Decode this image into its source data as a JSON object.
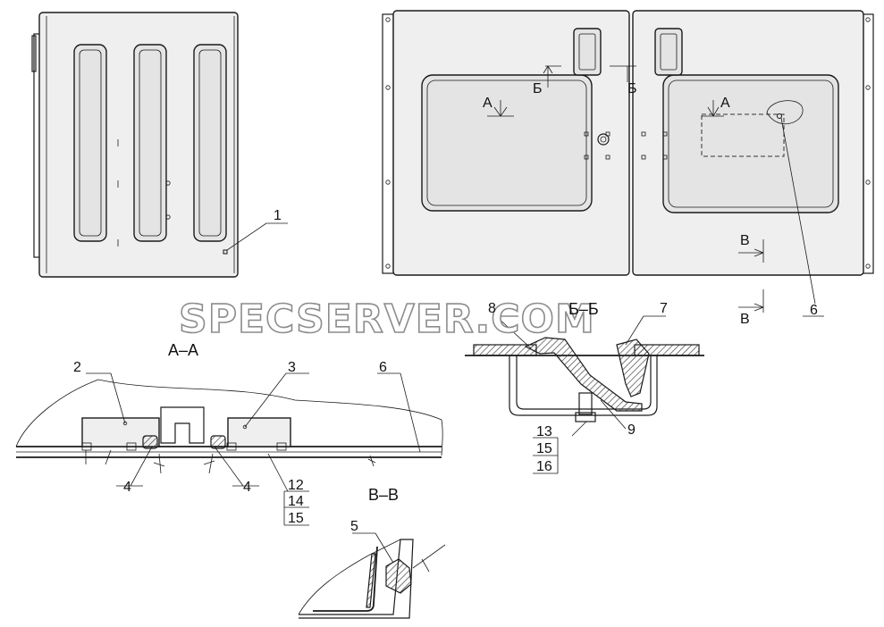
{
  "watermark": "SPECSERVER.COM",
  "sections": {
    "aa": "А–А",
    "bb": "Б–Б",
    "vv": "В–В"
  },
  "markers": {
    "a_left": "А",
    "a_right": "А",
    "b_left": "Б",
    "b_right": "Б",
    "v_top": "В",
    "v_bottom": "В"
  },
  "callouts": {
    "c1": "1",
    "c2": "2",
    "c3": "3",
    "c4_left": "4",
    "c4_right": "4",
    "c5": "5",
    "c6_top": "6",
    "c6_aa": "6",
    "c7": "7",
    "c8": "8",
    "c9": "9",
    "stack_aa": [
      "12",
      "14",
      "15"
    ],
    "stack_bb": [
      "13",
      "15",
      "16"
    ]
  }
}
